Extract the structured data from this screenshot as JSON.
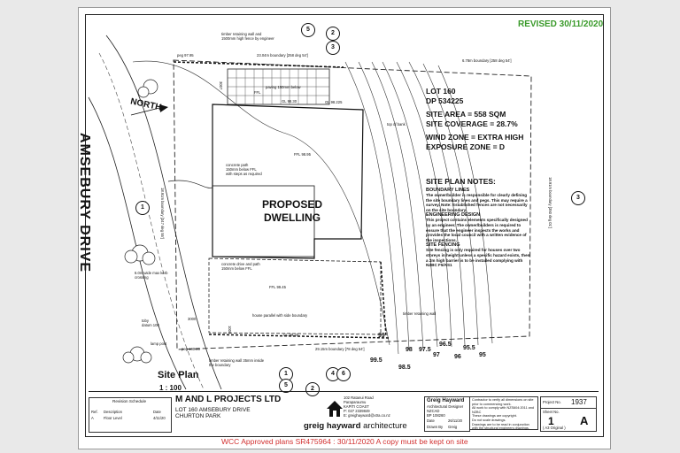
{
  "revised": "REVISED 30/11/2020",
  "road_name": "AMSEBURY DRIVE",
  "north_label": "NORTH",
  "lot": {
    "l1": "LOT 160",
    "l2": "DP 534225",
    "l3": "SITE AREA = 558 SQM",
    "l4": "SITE COVERAGE = 28.7%",
    "l5": "WIND ZONE = EXTRA HIGH",
    "l6": "EXPOSURE ZONE = D"
  },
  "dwelling": {
    "l1": "PROPOSED",
    "l2": "DWELLING"
  },
  "notes": {
    "heading": "SITE PLAN NOTES:",
    "h1": "BOUNDARY LINES",
    "b1": "The owner/builder is responsible for clearly defining the site boundary lines and pegs. This may require a survey. Note: Established fences are not necessarily on the site boundary.",
    "h2": "ENGINEERING DESIGN",
    "b2": "This project contains elements specifically designed by an engineer. The owner/builders is required to ensure that the engineer inspects the works and provides the local council with a written evidence of the inspections.",
    "h3": "SITE FENCING",
    "b3": "Site fencing is only required for houses over two storeys in height unless a specific hazard exists, then a 2m high barrier is to be installed complying with NZBC F5/AS1"
  },
  "labels": {
    "timber_wall_top": "timber retaining wall and",
    "timber_wall_top2": "1500mm high fence by engineer",
    "peg_97": "peg 97.95",
    "boundary_top_left": "23.04m boundary [258 deg 54']",
    "boundary_top_right": "6.78m boundary [258 deg 54']",
    "paving": "paving 150mm below",
    "ffl_small": "FFL",
    "gl1": "GL 98.30",
    "gl2": "GL 98.225",
    "top_bank": "top of bank",
    "ffl_main": "FFL 98.95",
    "path1": "concrete path",
    "path2": "150mm below FFL",
    "path3": "with steps as required",
    "boundary_left": "18.91m boundary [347 deg 55']",
    "boundary_right": "18.91m boundary [350 deg 01']",
    "drive1": "concrete drive and path",
    "drive2": "150mm below FFL",
    "kerb1": "6.0m wide max kerb",
    "kerb2": "crossing",
    "ffl_drive": "FFL 99.45",
    "boundary_side": "house parallel with side boundary",
    "gl_bottom": "GL 99.30",
    "dim_3000": "3000",
    "dim_3007": "3007",
    "dim_1000": "1000",
    "toby1": "toby",
    "toby2": "datum 100",
    "lamp": "lamp post",
    "peg_100": "peg 100.20",
    "timber_bottom1": "timber retaining wall 35mm inside",
    "timber_bottom2": "the boundary",
    "timber_right": "timber retaining wall",
    "boundary_bottom": "29.15m boundary [78 deg 54']"
  },
  "contours": [
    "99",
    "99.5",
    "98.5",
    "98",
    "97.5",
    "97",
    "96.5",
    "96",
    "95.5",
    "95"
  ],
  "callouts": [
    "2",
    "3",
    "1",
    "3",
    "4",
    "2",
    "5",
    "6",
    "1",
    "5"
  ],
  "site_plan": "Site Plan",
  "scale": "1 : 100",
  "titleblock": {
    "revision_title": "Revision Schedule",
    "rev_h_ref": "Ref.",
    "rev_h_desc": "Description",
    "rev_h_date": "Date",
    "rev_ref": "A",
    "rev_desc": "Floor Level",
    "rev_date": "4/11/20",
    "company": "M AND L PROJECTS LTD",
    "addr1": "LOT 160 AMSEBURY DRIVE",
    "addr2": "CHURTON PARK",
    "contact1": "102 Ratanui Road",
    "contact2": "Paraparaumu",
    "contact3": "KAPITI COAST",
    "contact4": "P: 027 2339849",
    "contact5": "E: greighayward@xtra.co.nz",
    "arch_a": "greig hayward",
    "arch_b": "architecture",
    "designer1": "Greig Hayward",
    "designer2": "Architectural Designer",
    "designer3": "NZCAD",
    "designer4": "BP 108260",
    "date_label": "Date",
    "date_value": "26/11/20",
    "drawn_label": "Drawn By",
    "drawn_value": "Greig",
    "note1": "Contractor to verify all dimensions on site prior to commencing work.",
    "note2": "All work to comply with NZS604:2011 and NZBC",
    "note3": "These drawings are copyright.",
    "note4": "Do not scale drawings.",
    "note5": "Drawings are to be read in conjunction with the structural engineers drawings.",
    "project_label": "Project No.",
    "project_no": "1937",
    "sheet_label": "Sheet No.",
    "sheet_no": "1",
    "rev_letter": "A",
    "a3": "( A3 Original )"
  },
  "wcc": "WCC Approved plans SR475964 : 30/11/2020 A copy must be kept on site"
}
